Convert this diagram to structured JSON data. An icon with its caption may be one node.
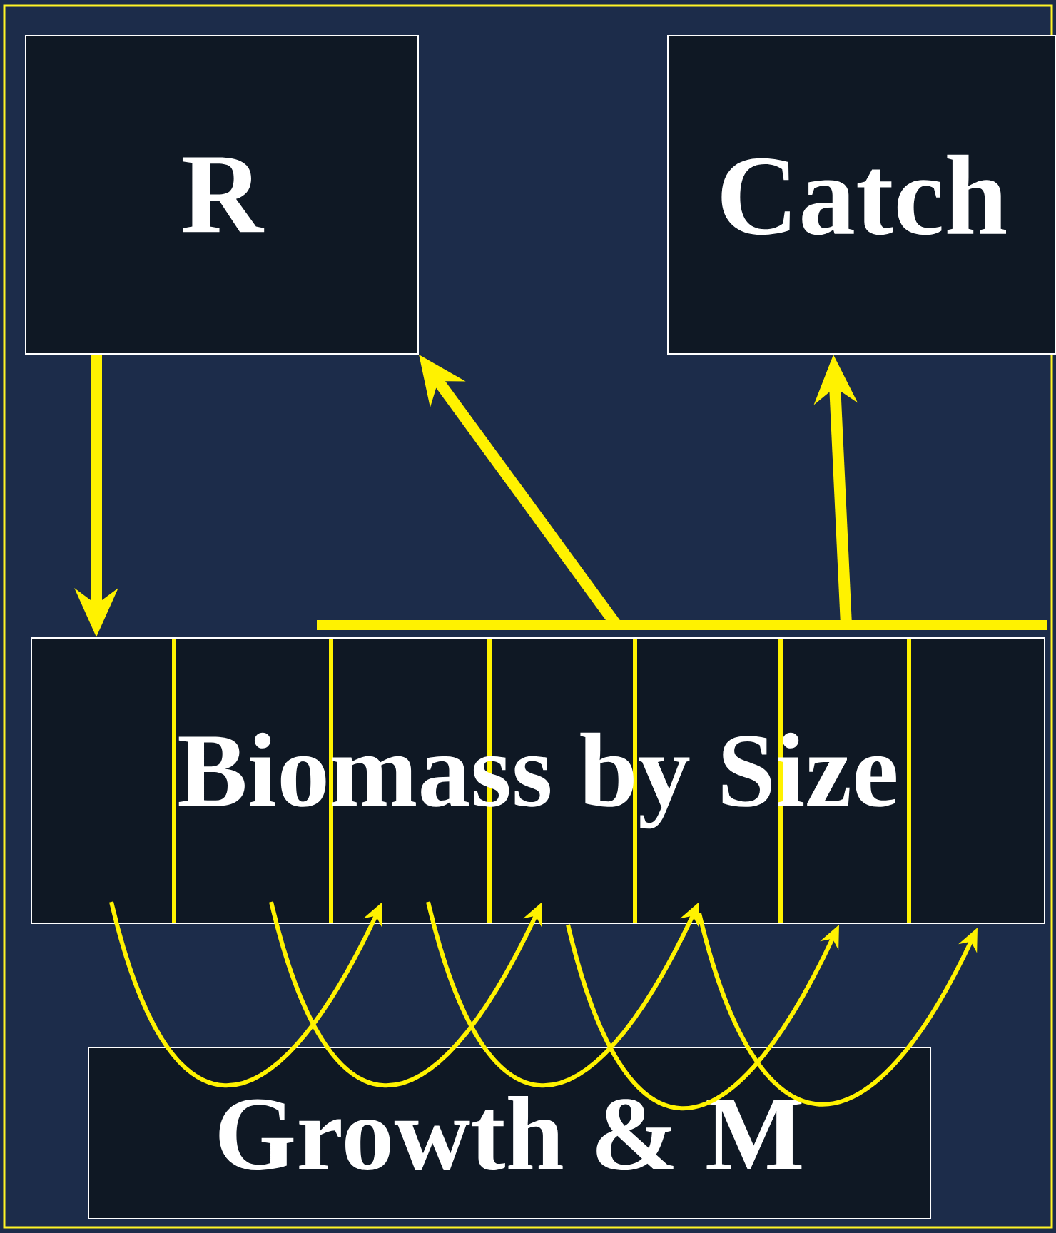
{
  "diagram": {
    "nodes": [
      {
        "text": [
          "R"
        ]
      },
      {
        "text": [
          "Catch"
        ]
      },
      {
        "text": [
          "Biomass by Size"
        ]
      },
      {
        "text": [
          "Growth & M"
        ]
      }
    ],
    "edges": [
      {
        "from": 0,
        "to": 2,
        "arrow": "to"
      },
      {
        "from": 2,
        "to": 0,
        "arrow": "to"
      },
      {
        "from": 2,
        "to": 1,
        "arrow": "to"
      }
    ]
  }
}
